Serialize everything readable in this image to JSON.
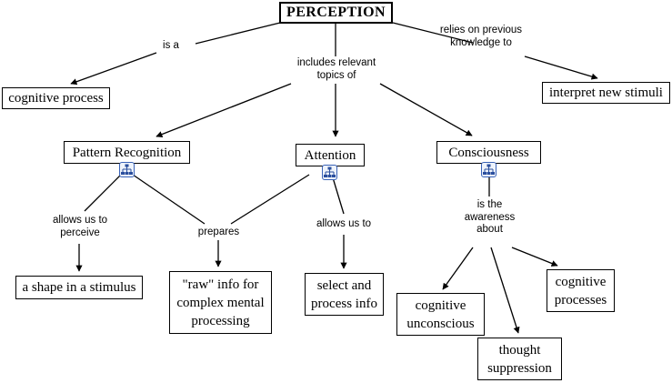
{
  "map": {
    "title": "PERCEPTION",
    "root": {
      "label": "PERCEPTION"
    },
    "nodes": [
      {
        "id": "cognitive-process",
        "label": "cognitive process"
      },
      {
        "id": "interpret-new-stimuli",
        "label": "interpret new stimuli"
      },
      {
        "id": "pattern-recognition",
        "label": "Pattern Recognition"
      },
      {
        "id": "attention",
        "label": "Attention"
      },
      {
        "id": "consciousness",
        "label": "Consciousness"
      },
      {
        "id": "a-shape-in-a-stimulus",
        "label": "a shape in a stimulus"
      },
      {
        "id": "raw-info",
        "label": "\"raw\" info for\ncomplex mental\nprocessing"
      },
      {
        "id": "select-and-process-info",
        "label": "select and\nprocess info"
      },
      {
        "id": "cognitive-unconscious",
        "label": "cognitive\nunconscious"
      },
      {
        "id": "thought-suppression",
        "label": "thought\nsuppression"
      },
      {
        "id": "cognitive-processes",
        "label": "cognitive\nprocesses"
      }
    ],
    "links": [
      {
        "id": "is-a",
        "label": "is a"
      },
      {
        "id": "includes-relevant-topics-of",
        "label": "includes relevant\ntopics of"
      },
      {
        "id": "relies-on-previous-knowledge-to",
        "label": "relies on previous\nknowledge to"
      },
      {
        "id": "allows-us-to-perceive",
        "label": "allows us to\nperceive"
      },
      {
        "id": "prepares",
        "label": "prepares"
      },
      {
        "id": "allows-us-to",
        "label": "allows us to"
      },
      {
        "id": "is-the-awareness-about",
        "label": "is the\nawareness\nabout"
      }
    ],
    "icons": {
      "node-resource-icon": "hierarchy-tree",
      "icon_border_color": "#3a63b8"
    },
    "colors": {
      "background": "#ffffff",
      "line": "#000000",
      "text": "#000000",
      "icon_accent": "#3a63b8"
    }
  }
}
